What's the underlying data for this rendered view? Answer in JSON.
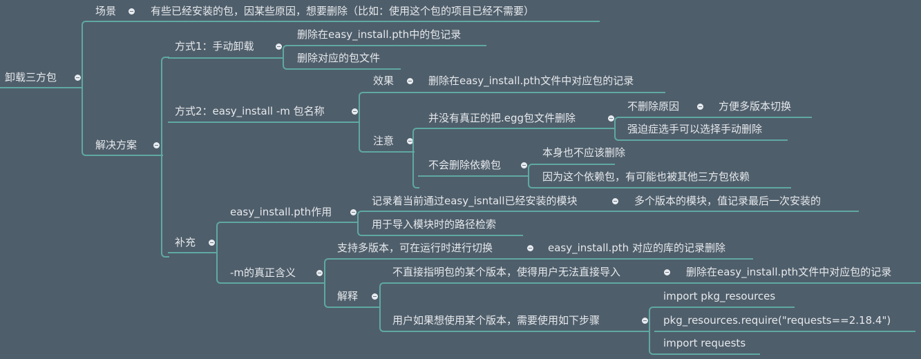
{
  "colors": {
    "background": "#4f5e6b",
    "branch_line": "#5fa9a3",
    "text": "#e6e9ec",
    "collapse_dot": "#e8ecf0"
  },
  "root": {
    "label": "卸载三方包",
    "scene": {
      "label": "场景",
      "content": "有些已经安装的包，因某些原因，想要删除（比如：使用这个包的项目已经不需要）"
    },
    "solution": {
      "label": "解决方案",
      "method1": {
        "label": "方式1：手动卸载",
        "children": [
          "删除在easy_install.pth中的包记录",
          "删除对应的包文件"
        ]
      },
      "method2": {
        "label": "方式2：easy_install -m 包名称",
        "effect": {
          "label": "效果",
          "content": "删除在easy_install.pth文件中对应包的记录"
        },
        "note": {
          "label": "注意",
          "egg": {
            "label": "并没有真正的把.egg包文件删除",
            "reason_label": "不删除原因",
            "reason_content": "方便多版本切换",
            "manual": "强迫症选手可以选择手动删除"
          },
          "deps": {
            "label": "不会删除依赖包",
            "children": [
              "本身也不应该删除",
              "因为这个依赖包，有可能也被其他三方包依赖"
            ]
          }
        }
      },
      "supplement": {
        "label": "补充",
        "pth_role": {
          "label": "easy_install.pth作用",
          "record_label": "记录着当前通过easy_isntall已经安装的模块",
          "record_content": "多个版本的模块，值记录最后一次安装的",
          "path": "用于导入模块时的路径检索"
        },
        "m_meaning": {
          "label": "-m的真正含义",
          "multi_label": "支持多版本，可在运行时进行切换",
          "multi_content": "easy_install.pth 对应的库的记录删除",
          "explain": {
            "label": "解释",
            "nodirect_label": "不直接指明包的某个版本，使得用户无法直接导入",
            "nodirect_content": "删除在easy_install.pth文件中对应包的记录",
            "steps_label": "用户如果想使用某个版本，需要使用如下步骤",
            "steps": [
              "import pkg_resources",
              "pkg_resources.require(\"requests==2.18.4\")",
              "import requests"
            ]
          }
        }
      }
    }
  }
}
